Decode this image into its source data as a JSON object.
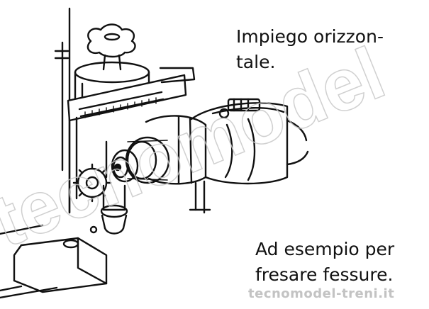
{
  "captions": {
    "top_lines": [
      "Impiego orizzon-",
      "tale."
    ],
    "bottom_lines": [
      "Ad esempio per",
      "fresare fessure."
    ]
  },
  "watermark": {
    "diagonal_text": "tecnomodel",
    "site_text": "tecnomodel-treni.it",
    "color": "#c8c8c8"
  },
  "colors": {
    "ink": "#111111",
    "paper": "#ffffff"
  }
}
